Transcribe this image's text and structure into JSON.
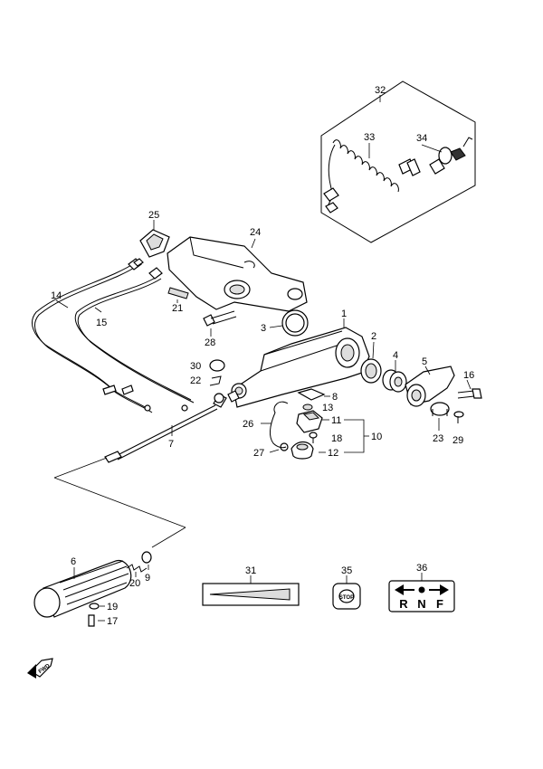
{
  "callouts": {
    "c1": "1",
    "c2": "2",
    "c3": "3",
    "c4": "4",
    "c5": "5",
    "c6": "6",
    "c7": "7",
    "c8": "8",
    "c9": "9",
    "c10": "10",
    "c11": "11",
    "c12": "12",
    "c13": "13",
    "c14": "14",
    "c15": "15",
    "c16": "16",
    "c17": "17",
    "c18": "18",
    "c19": "19",
    "c20": "20",
    "c21": "21",
    "c22": "22",
    "c23": "23",
    "c24": "24",
    "c25": "25",
    "c26": "26",
    "c27": "27",
    "c28": "28",
    "c29": "29",
    "c30": "30",
    "c31": "31",
    "c32": "32",
    "c33": "33",
    "c34": "34",
    "c35": "35",
    "c36": "36"
  },
  "decal_stop_text": "STOP",
  "decal_shift_letters": [
    "R",
    "N",
    "F"
  ],
  "direction_badge_text": "FWD"
}
